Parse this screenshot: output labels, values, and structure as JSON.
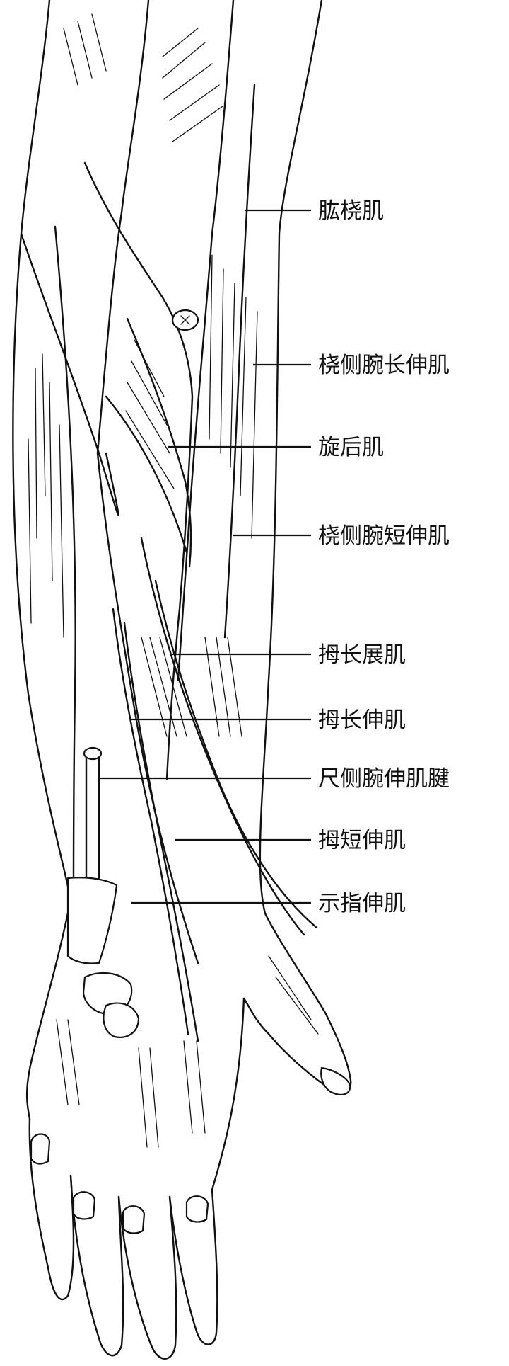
{
  "diagram": {
    "labels": [
      {
        "id": "brachioradialis",
        "text": "肱桡肌"
      },
      {
        "id": "ecrl",
        "text": "桡侧腕长伸肌"
      },
      {
        "id": "supinator",
        "text": "旋后肌"
      },
      {
        "id": "ecrb",
        "text": "桡侧腕短伸肌"
      },
      {
        "id": "apl",
        "text": "拇长展肌"
      },
      {
        "id": "epl",
        "text": "拇长伸肌"
      },
      {
        "id": "ecu-tendon",
        "text": "尺侧腕伸肌腱"
      },
      {
        "id": "epb",
        "text": "拇短伸肌"
      },
      {
        "id": "ei",
        "text": "示指伸肌"
      }
    ]
  }
}
